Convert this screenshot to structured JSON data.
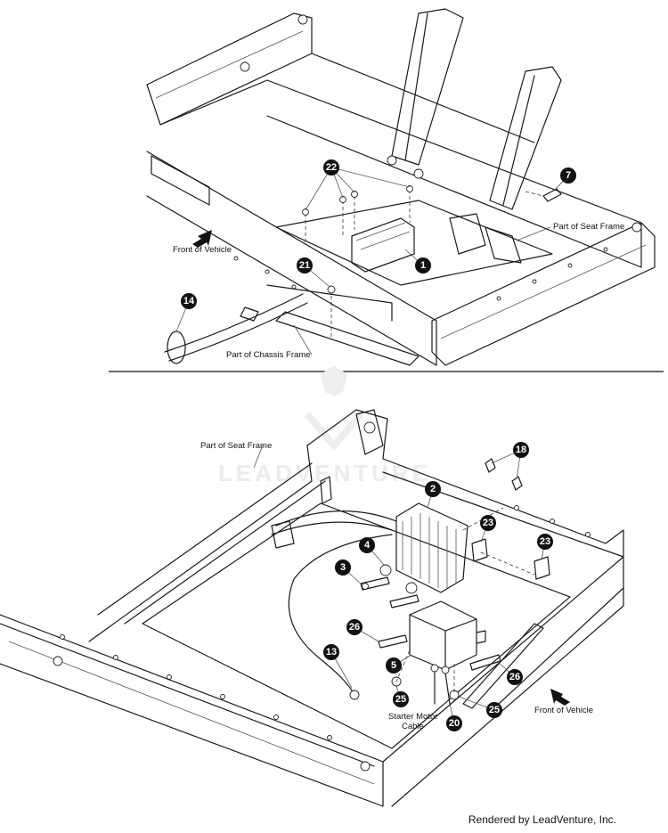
{
  "callouts": {
    "c1": "1",
    "c2": "2",
    "c3": "3",
    "c4": "4",
    "c5": "5",
    "c7": "7",
    "c13": "13",
    "c14": "14",
    "c18": "18",
    "c20": "20",
    "c21": "21",
    "c22": "22",
    "c23a": "23",
    "c23b": "23",
    "c25a": "25",
    "c25b": "25",
    "c26a": "26",
    "c26b": "26"
  },
  "labels": {
    "front_vehicle_top": "Front of Vehicle",
    "seat_frame_top": "Part of Seat Frame",
    "chassis_frame": "Part of Chassis Frame",
    "seat_frame_bottom": "Part of Seat Frame",
    "starter_motor_line1": "Starter Motor",
    "starter_motor_line2": "Cable",
    "front_vehicle_bottom": "Front of Vehicle"
  },
  "watermark": "LEADVENTURE",
  "credit": "Rendered by LeadVenture, Inc."
}
